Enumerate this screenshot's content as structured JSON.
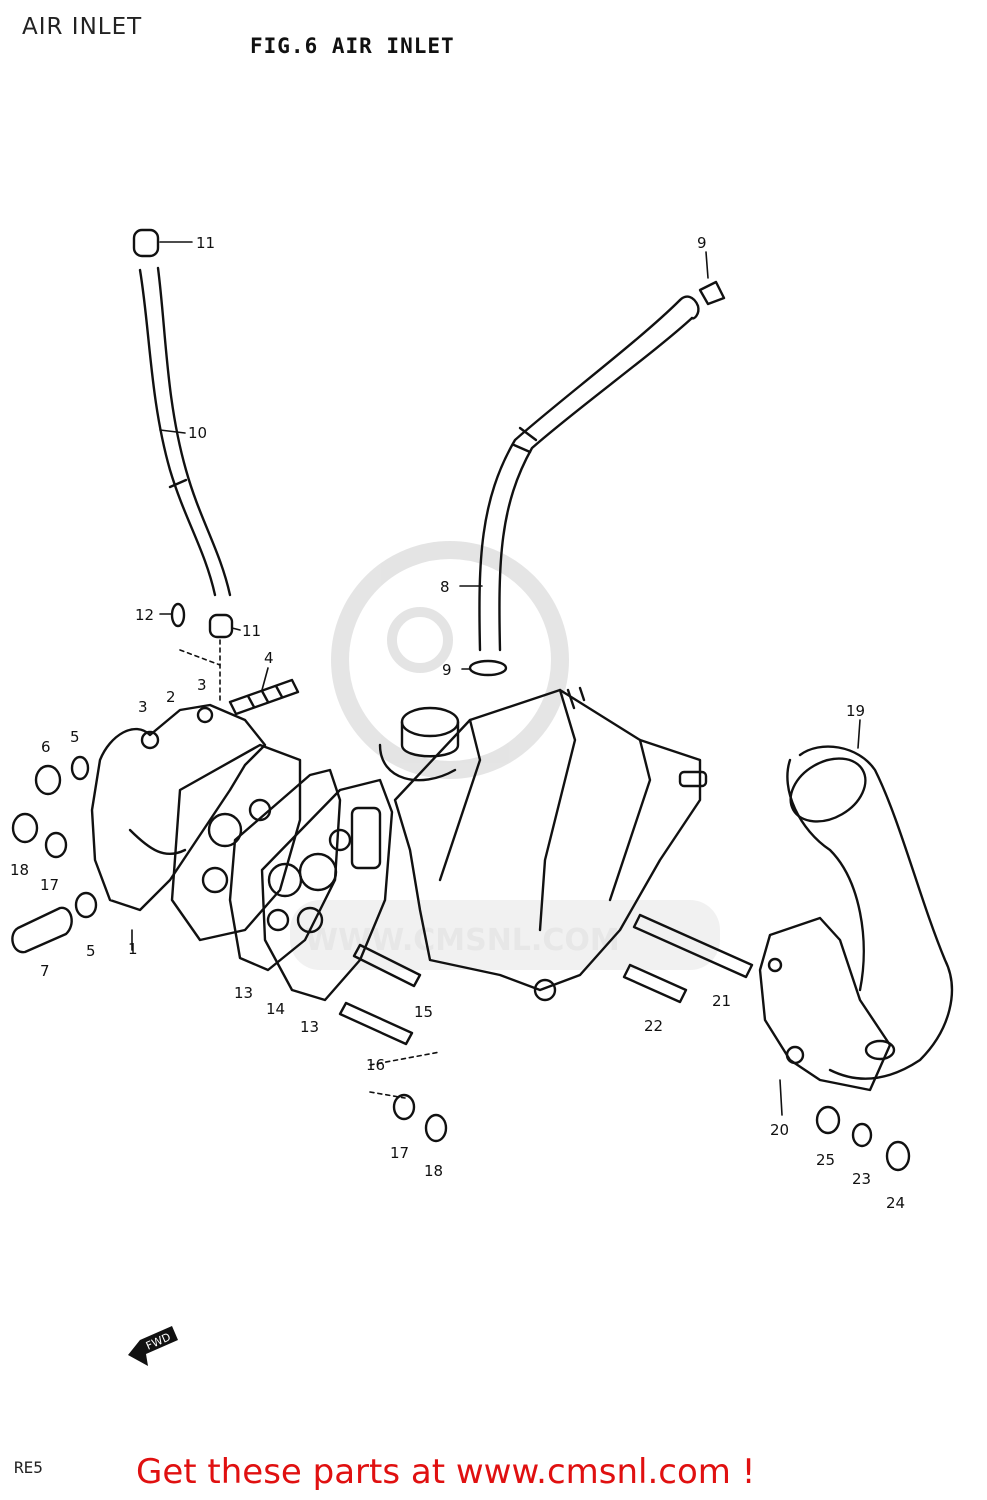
{
  "header": {
    "caption": "AIR INLET",
    "figure_title": "FIG.6  AIR INLET"
  },
  "diagram": {
    "watermark": "WWW.CMSNL.COM",
    "fwd_marker": "FWD",
    "callouts": {
      "p1": "1",
      "p2": "2",
      "p3a": "3",
      "p3b": "3",
      "p4": "4",
      "p5a": "5",
      "p5b": "5",
      "p6": "6",
      "p7": "7",
      "p8": "8",
      "p9a": "9",
      "p9b": "9",
      "p10": "10",
      "p11a": "11",
      "p11b": "11",
      "p12": "12",
      "p13a": "13",
      "p13b": "13",
      "p14": "14",
      "p15": "15",
      "p16": "16",
      "p17a": "17",
      "p17b": "17",
      "p18a": "18",
      "p18b": "18",
      "p19": "19",
      "p20": "20",
      "p21": "21",
      "p22": "22",
      "p23": "23",
      "p24": "24",
      "p25": "25"
    }
  },
  "footer": {
    "page_code": "RE5",
    "promo": "Get these parts at www.cmsnl.com !"
  }
}
